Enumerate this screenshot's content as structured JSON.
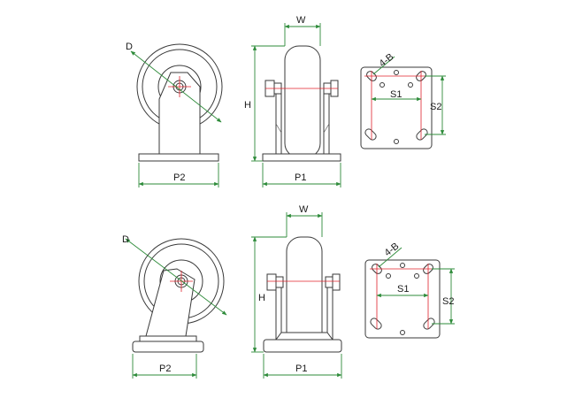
{
  "colors": {
    "outline": "#3a3a3a",
    "dimension": "#2e8b3a",
    "centerline": "#e0202a"
  },
  "fixed_caster": {
    "side_view": {
      "wheel_diameter_label": "D",
      "plate_length_label": "P2"
    },
    "front_view": {
      "width_label": "W",
      "height_label": "H",
      "plate_width_label": "P1"
    },
    "plate_view": {
      "holes_label": "4-B",
      "hole_spacing_x_label": "S1",
      "hole_spacing_y_label": "S2"
    }
  },
  "swivel_caster": {
    "side_view": {
      "wheel_diameter_label": "D",
      "plate_length_label": "P2"
    },
    "front_view": {
      "width_label": "W",
      "height_label": "H",
      "plate_width_label": "P1"
    },
    "plate_view": {
      "holes_label": "4-B",
      "hole_spacing_x_label": "S1",
      "hole_spacing_y_label": "S2"
    }
  }
}
